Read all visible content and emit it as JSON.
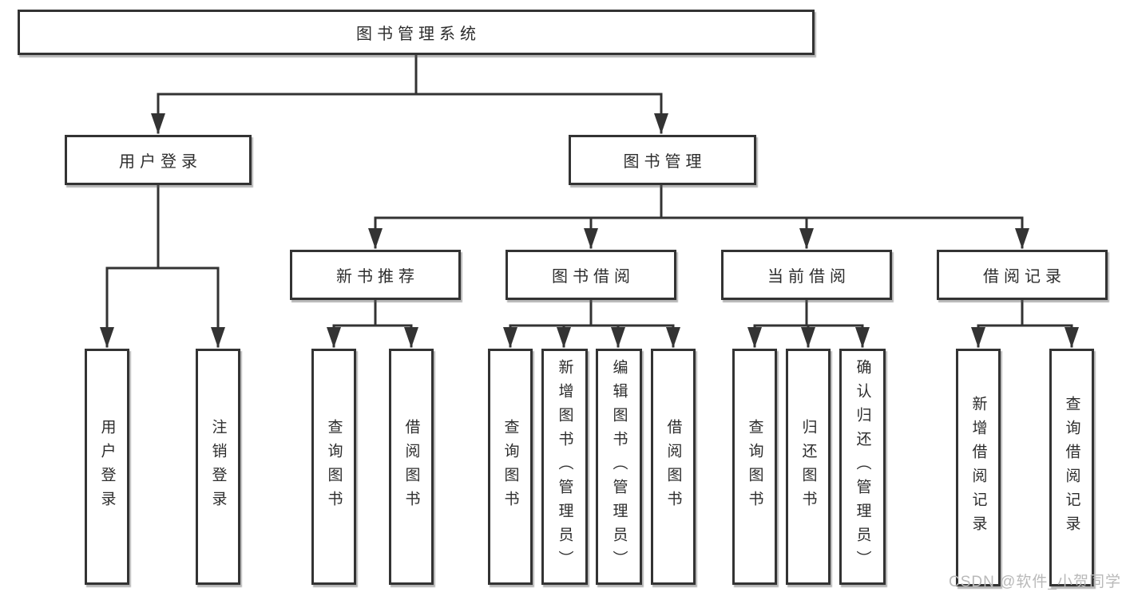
{
  "diagram_title": "图书管理系统",
  "colors": {
    "background": "#ffffff",
    "box_border": "#333333",
    "box_fill": "#ffffff",
    "connector_line": "#333333",
    "text": "#2d2d2d",
    "watermark_text": "#b9b9b9"
  },
  "root": {
    "label": "图书管理系统"
  },
  "level2": [
    {
      "id": "user-login",
      "label": "用户登录"
    },
    {
      "id": "book-management",
      "label": "图书管理"
    }
  ],
  "level3": [
    {
      "id": "new-book-recommend",
      "label": "新书推荐",
      "parent": "图书管理"
    },
    {
      "id": "book-borrowing",
      "label": "图书借阅",
      "parent": "图书管理"
    },
    {
      "id": "current-borrowing",
      "label": "当前借阅",
      "parent": "图书管理"
    },
    {
      "id": "borrowing-records",
      "label": "借阅记录",
      "parent": "图书管理"
    }
  ],
  "leaves": [
    {
      "id": "leaf-user-login",
      "label": "用户登录",
      "parent": "用户登录"
    },
    {
      "id": "leaf-logout",
      "label": "注销登录",
      "parent": "用户登录"
    },
    {
      "id": "leaf-query-books-1",
      "label": "查询图书",
      "parent": "新书推荐"
    },
    {
      "id": "leaf-borrow-books-1",
      "label": "借阅图书",
      "parent": "新书推荐"
    },
    {
      "id": "leaf-query-books-2",
      "label": "查询图书",
      "parent": "图书借阅"
    },
    {
      "id": "leaf-add-books-admin",
      "label": "新增图书（管理员）",
      "parent": "图书借阅"
    },
    {
      "id": "leaf-edit-books-admin",
      "label": "编辑图书（管理员）",
      "parent": "图书借阅"
    },
    {
      "id": "leaf-borrow-books-2",
      "label": "借阅图书",
      "parent": "图书借阅"
    },
    {
      "id": "leaf-query-books-3",
      "label": "查询图书",
      "parent": "当前借阅"
    },
    {
      "id": "leaf-return-books",
      "label": "归还图书",
      "parent": "当前借阅"
    },
    {
      "id": "leaf-confirm-return-admin",
      "label": "确认归还（管理员）",
      "parent": "当前借阅"
    },
    {
      "id": "leaf-add-borrow-record",
      "label": "新增借阅记录",
      "parent": "借阅记录"
    },
    {
      "id": "leaf-query-borrow-record",
      "label": "查询借阅记录",
      "parent": "借阅记录"
    }
  ],
  "watermark": "CSDN @软件_小贺同学"
}
